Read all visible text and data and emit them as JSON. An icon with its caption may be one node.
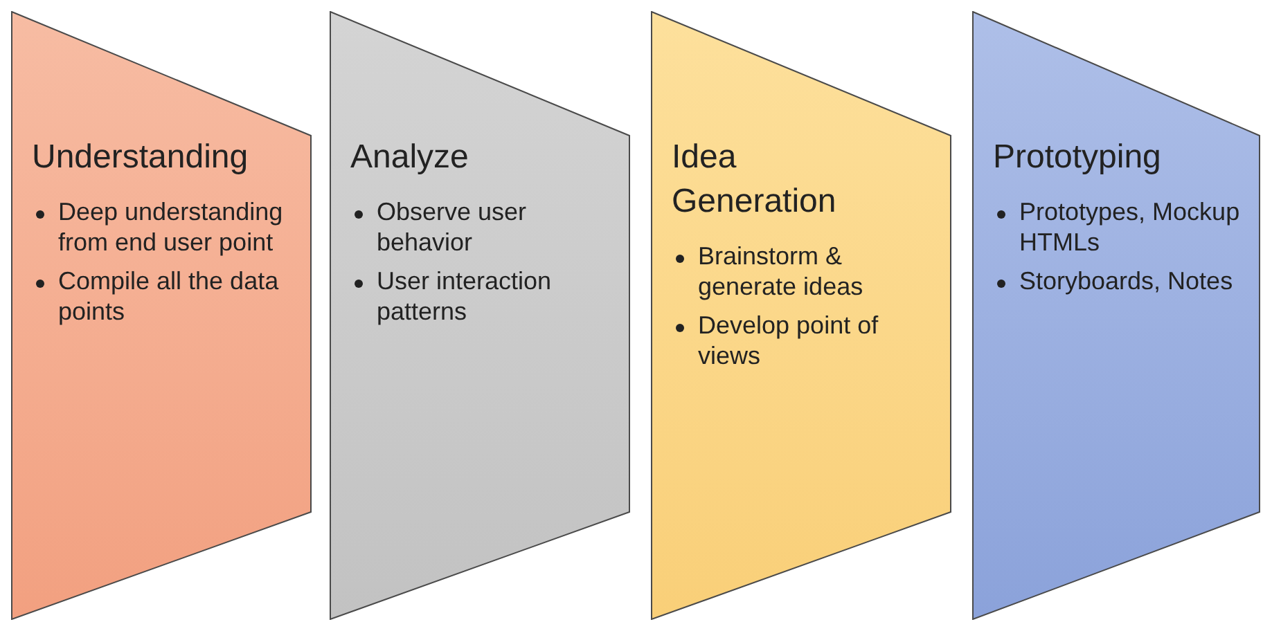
{
  "diagram": {
    "nodes": [
      {
        "text": [
          "Understanding",
          "Deep understanding from end user point",
          "Compile all the data points"
        ]
      },
      {
        "text": [
          "Analyze",
          "Observe user behavior",
          "User interaction patterns"
        ]
      },
      {
        "text": [
          "Idea Generation",
          "Brainstorm & generate ideas",
          "Develop point of views"
        ]
      },
      {
        "text": [
          "Prototyping",
          "Prototypes, Mockup HTMLs",
          "Storyboards, Notes"
        ]
      }
    ]
  }
}
